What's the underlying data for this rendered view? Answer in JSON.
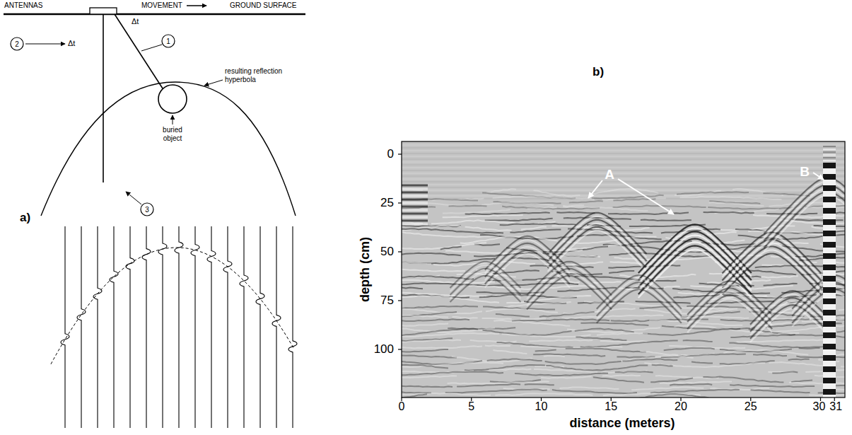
{
  "diagram": {
    "nodes": [
      {
        "text": [
          "1"
        ]
      },
      {
        "text": [
          "2"
        ]
      },
      {
        "text": [
          "3"
        ]
      }
    ],
    "labels": [
      "ANTENNAS",
      "MOVEMENT",
      "GROUND SURFACE",
      "Δt",
      "Δt",
      "resulting reflection hyperbola",
      "buried object",
      "a)",
      "b)",
      "A",
      "B",
      "0",
      "25",
      "50",
      "75",
      "100",
      "depth (cm)",
      "0",
      "5",
      "10",
      "15",
      "20",
      "25",
      "30",
      "31",
      "distance (meters)"
    ]
  }
}
